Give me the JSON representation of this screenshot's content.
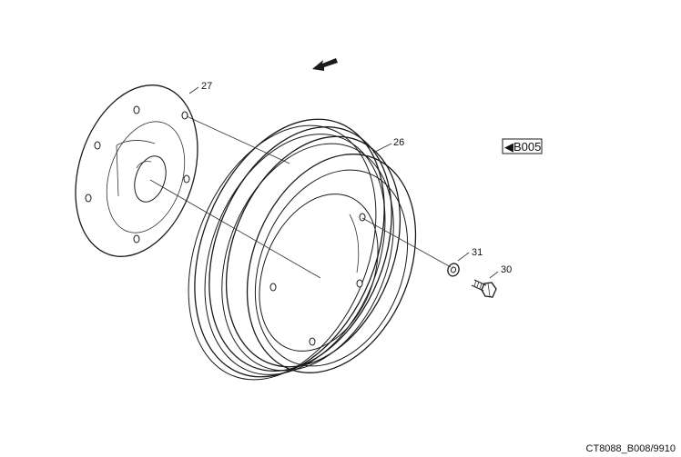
{
  "callouts": {
    "part_27": "27",
    "part_26": "26",
    "part_31": "31",
    "part_30": "30"
  },
  "reference": {
    "arrow_glyph": "◀",
    "code": "B005"
  },
  "footer_code": "CT8088_B008/9910",
  "colors": {
    "line": "#1a1a1a",
    "background": "#ffffff"
  },
  "icons": {
    "direction": "view-direction-arrow-icon",
    "reference": "reference-arrow-icon"
  }
}
